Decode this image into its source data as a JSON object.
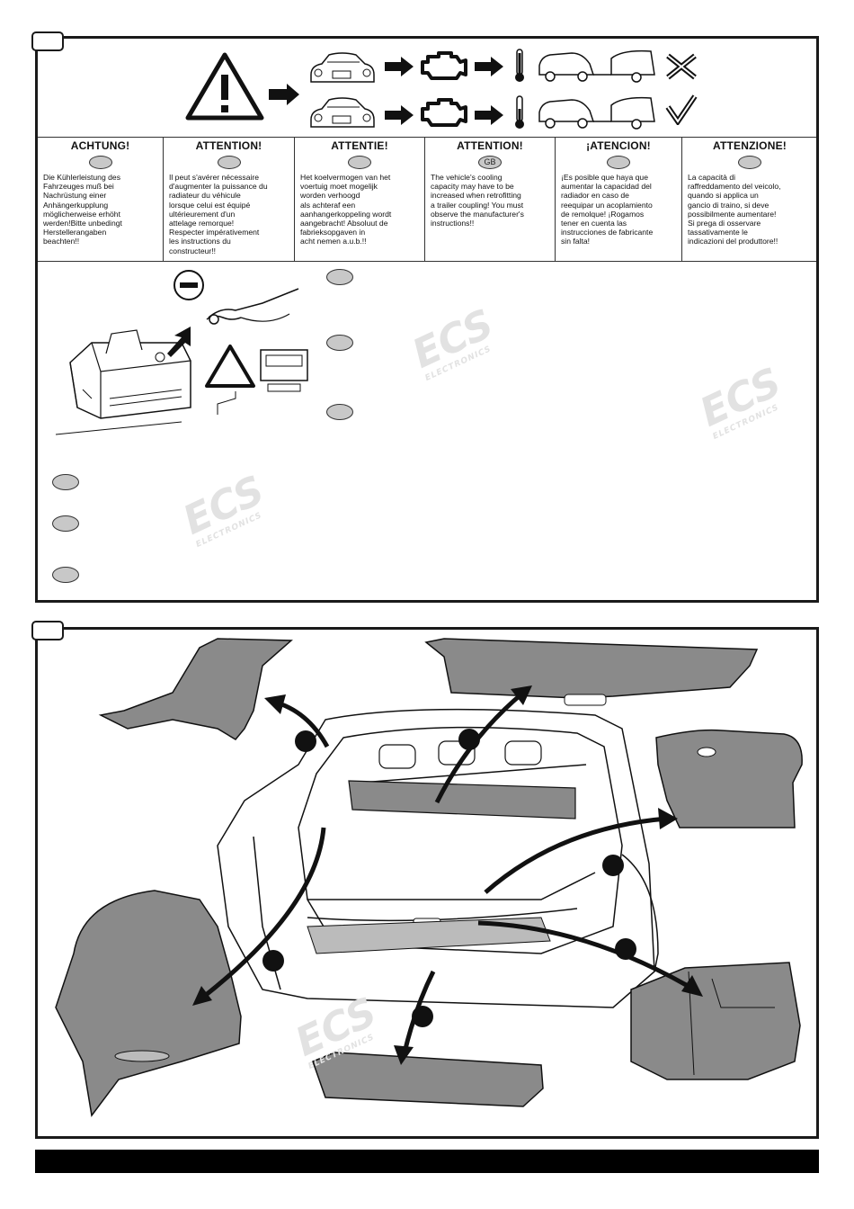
{
  "warning_columns": [
    {
      "title": "ACHTUNG!",
      "badge": "",
      "text": "Die Kühlerleistung des\nFahrzeuges muß bei\nNachrüstung einer\nAnhängerkupplung\nmöglicherweise erhöht\nwerden!Bitte unbedingt\nHerstellerangaben\nbeachten!!"
    },
    {
      "title": "ATTENTION!",
      "badge": "",
      "text": "Il peut s'avérer nécessaire\nd'augmenter la puissance du\nradiateur du véhicule\nlorsque celui est équipé\nultérieurement d'un\nattelage remorque!\nRespecter impérativement\nles instructions du\nconstructeur!!"
    },
    {
      "title": "ATTENTIE!",
      "badge": "",
      "text": "Het koelvermogen van het\nvoertuig moet mogelijk\nworden verhoogd\nals achteraf een\naanhangerkoppeling wordt\naangebracht! Absoluut de\nfabrieksopgaven in\nacht nemen a.u.b.!!"
    },
    {
      "title": "ATTENTION!",
      "badge": "GB",
      "text": "The vehicle's cooling\ncapacity may have to be\nincreased when retrofitting\na trailer coupling! You must\nobserve the manufacturer's\ninstructions!!"
    },
    {
      "title": "¡ATENCION!",
      "badge": "",
      "text": "¡Es posible que haya que\naumentar la capacidad del\nradiador en caso de\nreequipar un acoplamiento\nde remolque! ¡Rogamos\ntener en cuenta las\ninstrucciones de fabricante\nsin falta!"
    },
    {
      "title": "ATTENZIONE!",
      "badge": "",
      "text": "La capacità di\nraffreddamento del veicolo,\nquando si applica un\ngancio di traino, si deve\npossibilmente aumentare!\nSi prega di osservare\ntassativamente le\nindicazioni del produttore!!"
    }
  ],
  "battery_minus_symbol": "—",
  "watermark": {
    "brand": "ECS",
    "sub": "ELECTRONICS"
  },
  "colors": {
    "line": "#1a1a1a",
    "badge_fill": "#c8c8c8",
    "part_fill": "#8a8a8a",
    "watermark": "#e4e4e4"
  }
}
